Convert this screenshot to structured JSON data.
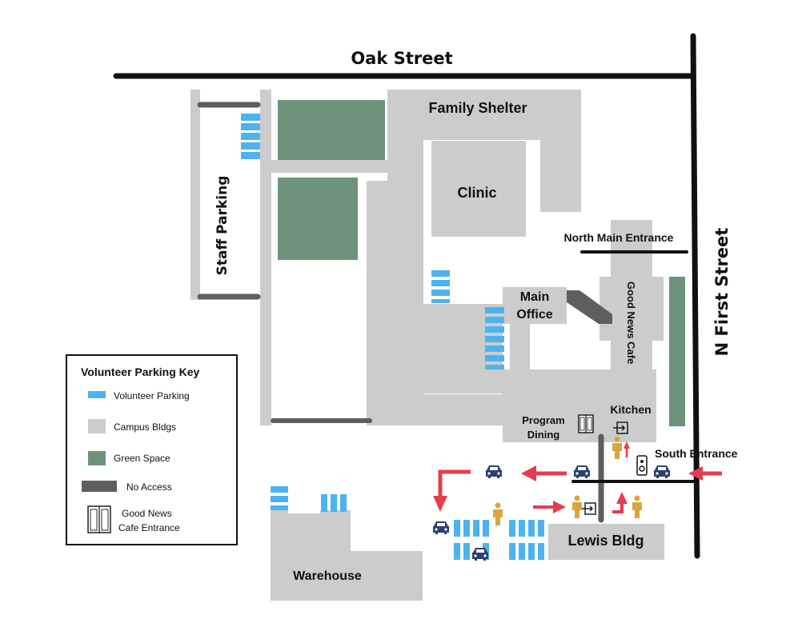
{
  "streets": {
    "top": "Oak Street",
    "right": "N First Street"
  },
  "buildings": {
    "family_shelter": "Family Shelter",
    "clinic": "Clinic",
    "main_office_line1": "Main",
    "main_office_line2": "Office",
    "good_news_cafe": "Good News Cafe",
    "kitchen": "Kitchen",
    "program_dining_line1": "Program",
    "program_dining_line2": "Dining",
    "lewis": "Lewis Bldg",
    "warehouse": "Warehouse"
  },
  "areas": {
    "staff_parking": "Staff Parking"
  },
  "entrances": {
    "north_main": "North Main Entrance",
    "south": "South Entrance"
  },
  "legend": {
    "title": "Volunteer Parking Key",
    "items": [
      {
        "label": "Volunteer Parking",
        "color": "#4db3f0"
      },
      {
        "label": "Campus Bldgs",
        "color": "#cccccc"
      },
      {
        "label": "Green Space",
        "color": "#6f927a"
      },
      {
        "label": "No Access",
        "color": "#5e5e5e"
      },
      {
        "label_line1": "Good News",
        "label_line2": "Cafe Entrance",
        "icon": "double-door-icon"
      }
    ]
  },
  "colors": {
    "building": "#cccccc",
    "green": "#6f927a",
    "parking": "#4db3f0",
    "no_access": "#5e5e5e",
    "arrow": "#e63c50",
    "car": "#2a4170",
    "person": "#d9a53f",
    "road": "#111111"
  }
}
